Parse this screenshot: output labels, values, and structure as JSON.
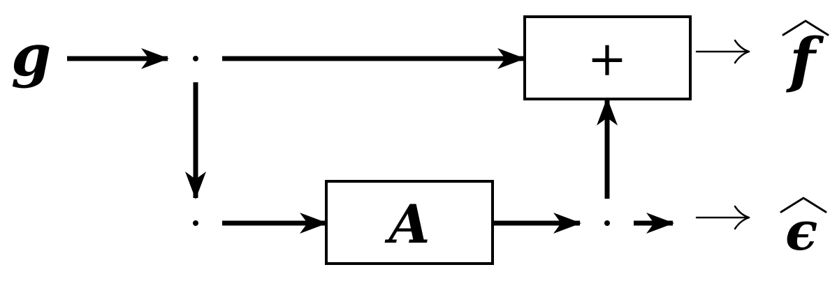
{
  "input": {
    "symbol": "g"
  },
  "blocks": {
    "sum": {
      "symbol": "+"
    },
    "operator": {
      "symbol": "A"
    }
  },
  "outputs": {
    "f_hat": {
      "symbol": "f"
    },
    "epsilon_hat": {
      "symbol": "ϵ"
    }
  }
}
